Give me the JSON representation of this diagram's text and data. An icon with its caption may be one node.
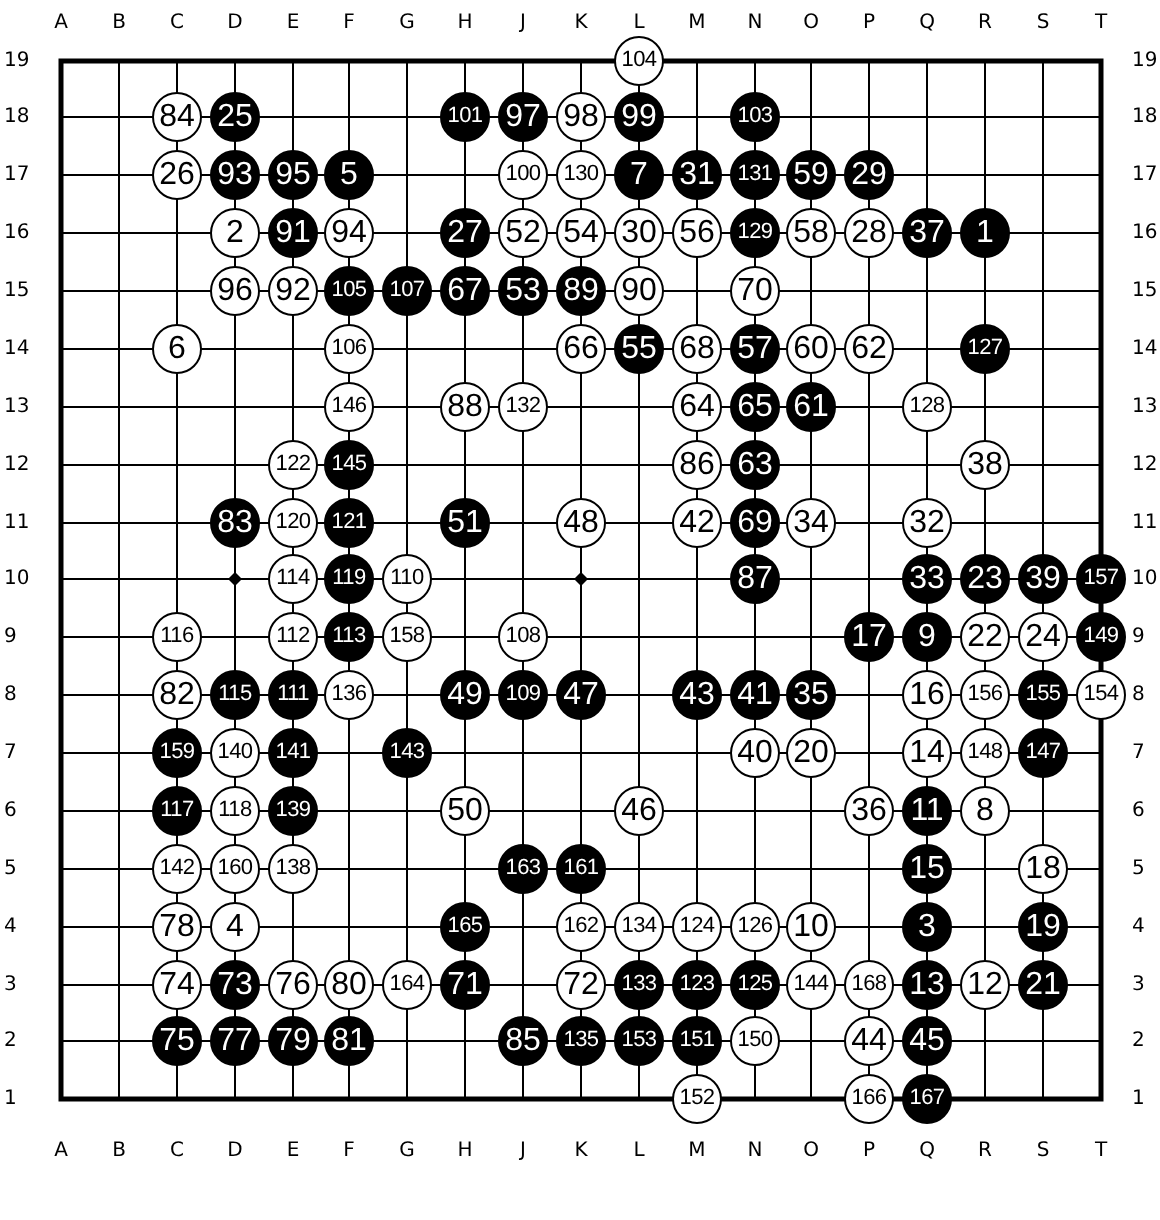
{
  "diagram": {
    "nodes": [
      {
        "text": [
          "104"
        ]
      },
      {
        "text": [
          "84"
        ]
      },
      {
        "text": [
          "25"
        ]
      },
      {
        "text": [
          "101"
        ]
      },
      {
        "text": [
          "97"
        ]
      },
      {
        "text": [
          "98"
        ]
      },
      {
        "text": [
          "99"
        ]
      },
      {
        "text": [
          "103"
        ]
      },
      {
        "text": [
          "26"
        ]
      },
      {
        "text": [
          "93"
        ]
      },
      {
        "text": [
          "95"
        ]
      },
      {
        "text": [
          "5"
        ]
      },
      {
        "text": [
          "100"
        ]
      },
      {
        "text": [
          "130"
        ]
      },
      {
        "text": [
          "7"
        ]
      },
      {
        "text": [
          "31"
        ]
      },
      {
        "text": [
          "131"
        ]
      },
      {
        "text": [
          "59"
        ]
      },
      {
        "text": [
          "29"
        ]
      },
      {
        "text": [
          "2"
        ]
      },
      {
        "text": [
          "91"
        ]
      },
      {
        "text": [
          "94"
        ]
      },
      {
        "text": [
          "27"
        ]
      },
      {
        "text": [
          "52"
        ]
      },
      {
        "text": [
          "54"
        ]
      },
      {
        "text": [
          "30"
        ]
      },
      {
        "text": [
          "56"
        ]
      },
      {
        "text": [
          "129"
        ]
      },
      {
        "text": [
          "58"
        ]
      },
      {
        "text": [
          "28"
        ]
      },
      {
        "text": [
          "37"
        ]
      },
      {
        "text": [
          "1"
        ]
      },
      {
        "text": [
          "96"
        ]
      },
      {
        "text": [
          "92"
        ]
      },
      {
        "text": [
          "105"
        ]
      },
      {
        "text": [
          "107"
        ]
      },
      {
        "text": [
          "67"
        ]
      },
      {
        "text": [
          "53"
        ]
      },
      {
        "text": [
          "89"
        ]
      },
      {
        "text": [
          "90"
        ]
      },
      {
        "text": [
          "70"
        ]
      },
      {
        "text": [
          "6"
        ]
      },
      {
        "text": [
          "106"
        ]
      },
      {
        "text": [
          "66"
        ]
      },
      {
        "text": [
          "55"
        ]
      },
      {
        "text": [
          "68"
        ]
      },
      {
        "text": [
          "57"
        ]
      },
      {
        "text": [
          "60"
        ]
      },
      {
        "text": [
          "62"
        ]
      },
      {
        "text": [
          "127"
        ]
      },
      {
        "text": [
          "146"
        ]
      },
      {
        "text": [
          "88"
        ]
      },
      {
        "text": [
          "132"
        ]
      },
      {
        "text": [
          "64"
        ]
      },
      {
        "text": [
          "65"
        ]
      },
      {
        "text": [
          "61"
        ]
      },
      {
        "text": [
          "128"
        ]
      },
      {
        "text": [
          "122"
        ]
      },
      {
        "text": [
          "145"
        ]
      },
      {
        "text": [
          "86"
        ]
      },
      {
        "text": [
          "63"
        ]
      },
      {
        "text": [
          "38"
        ]
      },
      {
        "text": [
          "83"
        ]
      },
      {
        "text": [
          "120"
        ]
      },
      {
        "text": [
          "121"
        ]
      },
      {
        "text": [
          "51"
        ]
      },
      {
        "text": [
          "48"
        ]
      },
      {
        "text": [
          "42"
        ]
      },
      {
        "text": [
          "69"
        ]
      },
      {
        "text": [
          "34"
        ]
      },
      {
        "text": [
          "32"
        ]
      },
      {
        "text": [
          "114"
        ]
      },
      {
        "text": [
          "119"
        ]
      },
      {
        "text": [
          "110"
        ]
      },
      {
        "text": [
          "87"
        ]
      },
      {
        "text": [
          "33"
        ]
      },
      {
        "text": [
          "23"
        ]
      },
      {
        "text": [
          "39"
        ]
      },
      {
        "text": [
          "157"
        ]
      },
      {
        "text": [
          "116"
        ]
      },
      {
        "text": [
          "112"
        ]
      },
      {
        "text": [
          "113"
        ]
      },
      {
        "text": [
          "158"
        ]
      },
      {
        "text": [
          "108"
        ]
      },
      {
        "text": [
          "17"
        ]
      },
      {
        "text": [
          "9"
        ]
      },
      {
        "text": [
          "22"
        ]
      },
      {
        "text": [
          "24"
        ]
      },
      {
        "text": [
          "149"
        ]
      },
      {
        "text": [
          "82"
        ]
      },
      {
        "text": [
          "115"
        ]
      },
      {
        "text": [
          "111"
        ]
      },
      {
        "text": [
          "136"
        ]
      },
      {
        "text": [
          "49"
        ]
      },
      {
        "text": [
          "109"
        ]
      },
      {
        "text": [
          "47"
        ]
      },
      {
        "text": [
          "43"
        ]
      },
      {
        "text": [
          "41"
        ]
      },
      {
        "text": [
          "35"
        ]
      },
      {
        "text": [
          "16"
        ]
      },
      {
        "text": [
          "156"
        ]
      },
      {
        "text": [
          "155"
        ]
      },
      {
        "text": [
          "154"
        ]
      },
      {
        "text": [
          "159"
        ]
      },
      {
        "text": [
          "140"
        ]
      },
      {
        "text": [
          "141"
        ]
      },
      {
        "text": [
          "143"
        ]
      },
      {
        "text": [
          "40"
        ]
      },
      {
        "text": [
          "20"
        ]
      },
      {
        "text": [
          "14"
        ]
      },
      {
        "text": [
          "148"
        ]
      },
      {
        "text": [
          "147"
        ]
      },
      {
        "text": [
          "117"
        ]
      },
      {
        "text": [
          "118"
        ]
      },
      {
        "text": [
          "139"
        ]
      },
      {
        "text": [
          "50"
        ]
      },
      {
        "text": [
          "46"
        ]
      },
      {
        "text": [
          "36"
        ]
      },
      {
        "text": [
          "11"
        ]
      },
      {
        "text": [
          "8"
        ]
      },
      {
        "text": [
          "142"
        ]
      },
      {
        "text": [
          "160"
        ]
      },
      {
        "text": [
          "138"
        ]
      },
      {
        "text": [
          "163"
        ]
      },
      {
        "text": [
          "161"
        ]
      },
      {
        "text": [
          "15"
        ]
      },
      {
        "text": [
          "18"
        ]
      },
      {
        "text": [
          "78"
        ]
      },
      {
        "text": [
          "4"
        ]
      },
      {
        "text": [
          "165"
        ]
      },
      {
        "text": [
          "162"
        ]
      },
      {
        "text": [
          "134"
        ]
      },
      {
        "text": [
          "124"
        ]
      },
      {
        "text": [
          "126"
        ]
      },
      {
        "text": [
          "10"
        ]
      },
      {
        "text": [
          "3"
        ]
      },
      {
        "text": [
          "19"
        ]
      },
      {
        "text": [
          "74"
        ]
      },
      {
        "text": [
          "73"
        ]
      },
      {
        "text": [
          "76"
        ]
      },
      {
        "text": [
          "80"
        ]
      },
      {
        "text": [
          "164"
        ]
      },
      {
        "text": [
          "71"
        ]
      },
      {
        "text": [
          "72"
        ]
      },
      {
        "text": [
          "133"
        ]
      },
      {
        "text": [
          "123"
        ]
      },
      {
        "text": [
          "125"
        ]
      },
      {
        "text": [
          "144"
        ]
      },
      {
        "text": [
          "168"
        ]
      },
      {
        "text": [
          "13"
        ]
      },
      {
        "text": [
          "12"
        ]
      },
      {
        "text": [
          "21"
        ]
      },
      {
        "text": [
          "75"
        ]
      },
      {
        "text": [
          "77"
        ]
      },
      {
        "text": [
          "79"
        ]
      },
      {
        "text": [
          "81"
        ]
      },
      {
        "text": [
          "85"
        ]
      },
      {
        "text": [
          "135"
        ]
      },
      {
        "text": [
          "153"
        ]
      },
      {
        "text": [
          "151"
        ]
      },
      {
        "text": [
          "150"
        ]
      },
      {
        "text": [
          "44"
        ]
      },
      {
        "text": [
          "45"
        ]
      },
      {
        "text": [
          "152"
        ]
      },
      {
        "text": [
          "166"
        ]
      },
      {
        "text": [
          "167"
        ]
      }
    ],
    "labels": [
      "A",
      "B",
      "C",
      "D",
      "E",
      "F",
      "G",
      "H",
      "J",
      "K",
      "L",
      "M",
      "N",
      "O",
      "P",
      "Q",
      "R",
      "S",
      "T",
      "19",
      "19",
      "18",
      "18",
      "17",
      "17",
      "16",
      "16",
      "15",
      "15",
      "14",
      "14",
      "13",
      "13",
      "12",
      "12",
      "11",
      "11",
      "10",
      "10",
      "9",
      "9",
      "8",
      "8",
      "7",
      "7",
      "6",
      "6",
      "5",
      "5",
      "4",
      "4",
      "3",
      "3",
      "2",
      "2",
      "1",
      "1",
      "A",
      "B",
      "C",
      "D",
      "E",
      "F",
      "G",
      "H",
      "J",
      "K",
      "L",
      "M",
      "N",
      "O",
      "P",
      "Q",
      "R",
      "S",
      "T"
    ]
  }
}
